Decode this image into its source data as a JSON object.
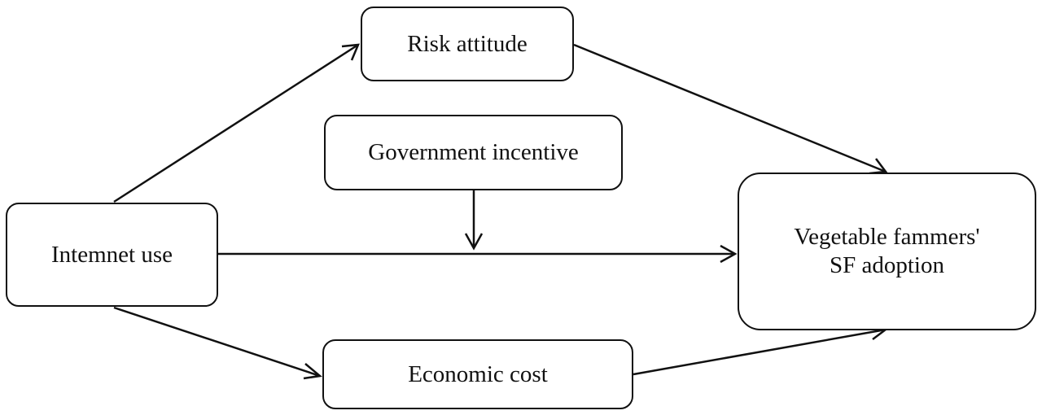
{
  "diagram": {
    "nodes": {
      "risk": {
        "label": "Risk attitude"
      },
      "government": {
        "label": "Government incentive"
      },
      "internet": {
        "label": "Intemnet use"
      },
      "outcome": {
        "label": "Vegetable fammers'\nSF adoption"
      },
      "economic": {
        "label": "Economic cost"
      }
    },
    "edges": [
      {
        "from": "internet",
        "to": "risk"
      },
      {
        "from": "risk",
        "to": "outcome"
      },
      {
        "from": "internet",
        "to": "outcome"
      },
      {
        "from": "government",
        "to": "internet-outcome-path"
      },
      {
        "from": "internet",
        "to": "economic"
      },
      {
        "from": "economic",
        "to": "outcome"
      }
    ],
    "colors": {
      "stroke": "#111111",
      "background": "#ffffff"
    }
  }
}
